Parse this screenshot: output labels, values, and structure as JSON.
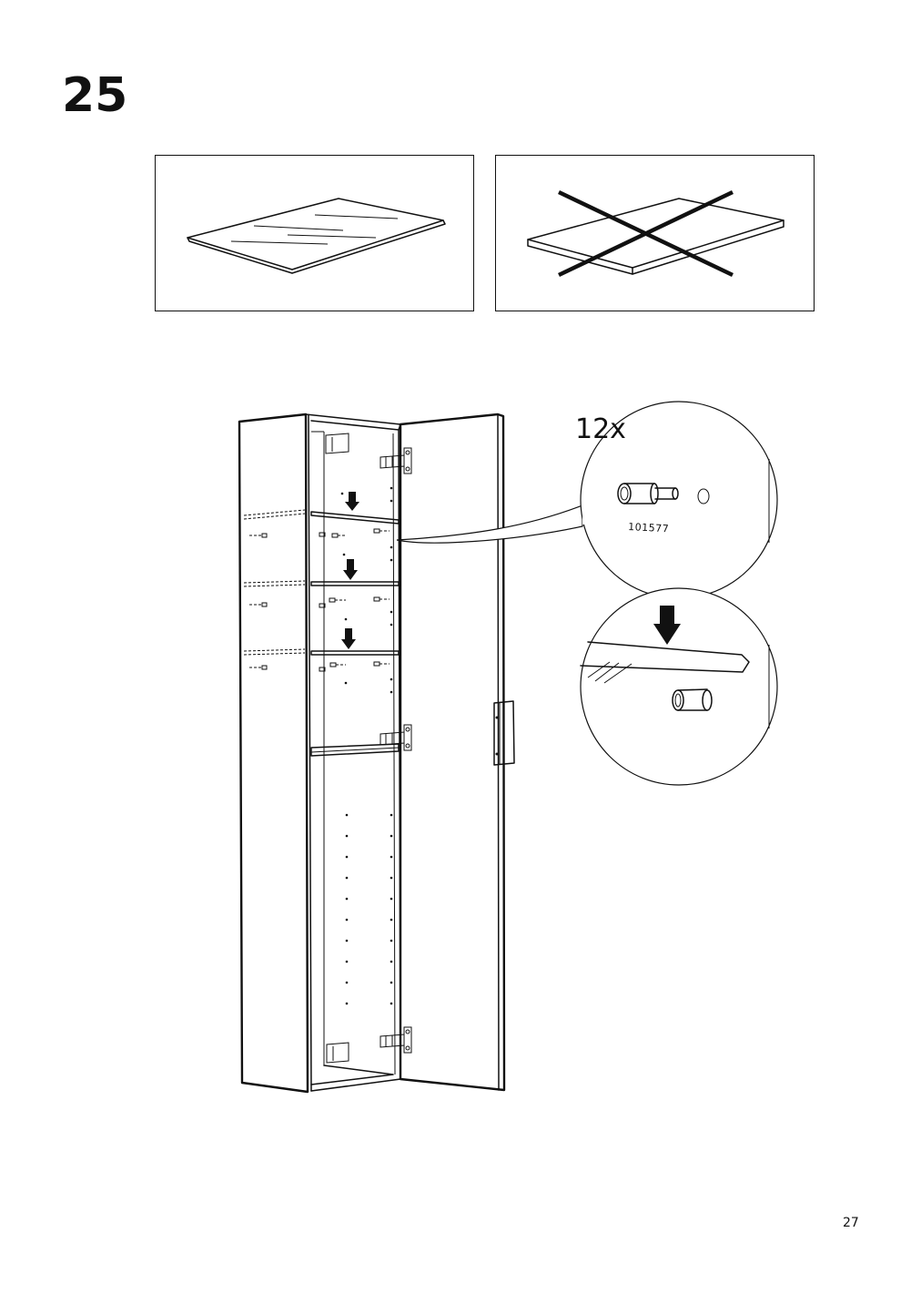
{
  "step": {
    "number": "25"
  },
  "panels": {
    "left": {
      "meaning": "correct"
    },
    "right": {
      "meaning": "incorrect"
    }
  },
  "detail": {
    "quantity": "12x",
    "part_number": "101577"
  },
  "page": {
    "number": "27"
  }
}
